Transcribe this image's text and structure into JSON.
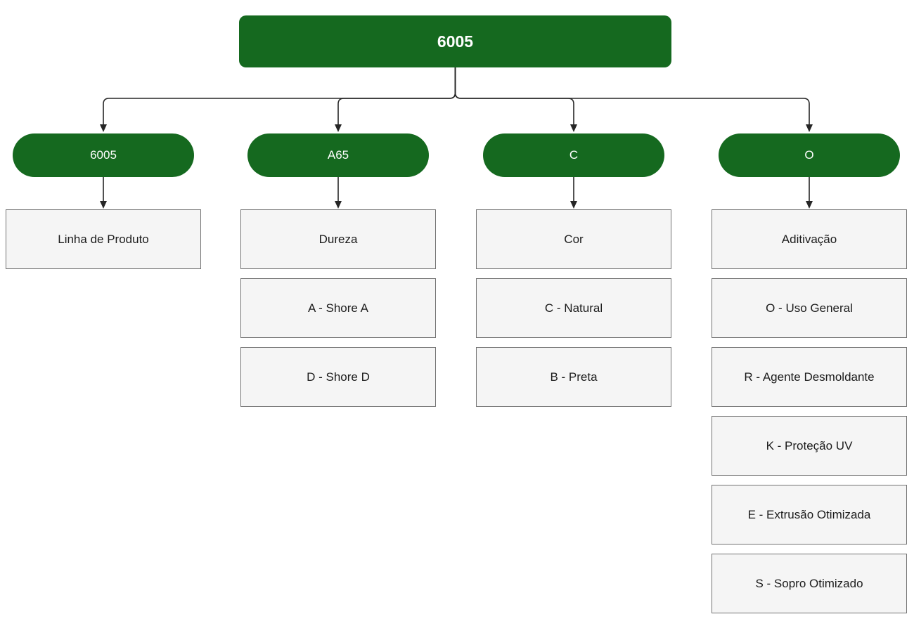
{
  "diagram": {
    "root_label": "6005",
    "branches": [
      {
        "pill_label": "6005",
        "boxes": [
          "Linha de Produto"
        ]
      },
      {
        "pill_label": "A65",
        "boxes": [
          "Dureza",
          "A - Shore A",
          "D - Shore D"
        ]
      },
      {
        "pill_label": "C",
        "boxes": [
          "Cor",
          "C - Natural",
          "B - Preta"
        ]
      },
      {
        "pill_label": "O",
        "boxes": [
          "Aditivação",
          "O - Uso General",
          "R - Agente Desmoldante",
          "K - Proteção UV",
          "E - Extrusão Otimizada",
          "S - Sopro Otimizado"
        ]
      }
    ],
    "colors": {
      "background": "#ffffff",
      "node_fill": "#15691f",
      "node_text": "#ffffff",
      "box_fill": "#f5f5f5",
      "box_border": "#737373",
      "connector": "#262626"
    }
  }
}
